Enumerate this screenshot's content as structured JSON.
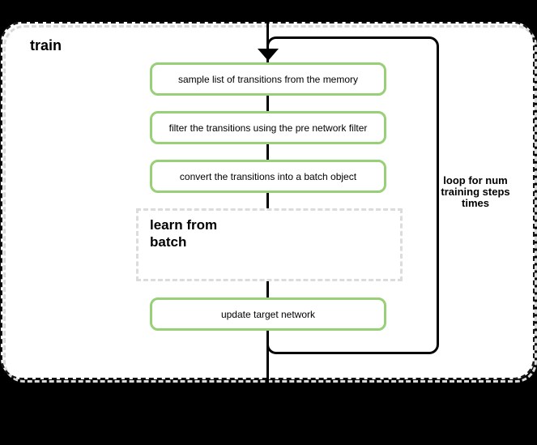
{
  "frame": {
    "title": "train"
  },
  "flow": {
    "steps": [
      "sample list of transitions from the memory",
      "filter the transitions using the pre network filter",
      "convert the transitions into a batch object"
    ],
    "learn_box_label": "learn from\nbatch",
    "update_step": "update target network"
  },
  "loop": {
    "label": "loop for num\ntraining steps\ntimes"
  },
  "colors": {
    "background": "#000000",
    "canvas": "#ffffff",
    "frame_dash": "#141414",
    "shadow_dash": "#d9d9d9",
    "step_border": "#97d077",
    "learn_dash": "#dcdcdc",
    "loop_stroke": "#000000"
  }
}
